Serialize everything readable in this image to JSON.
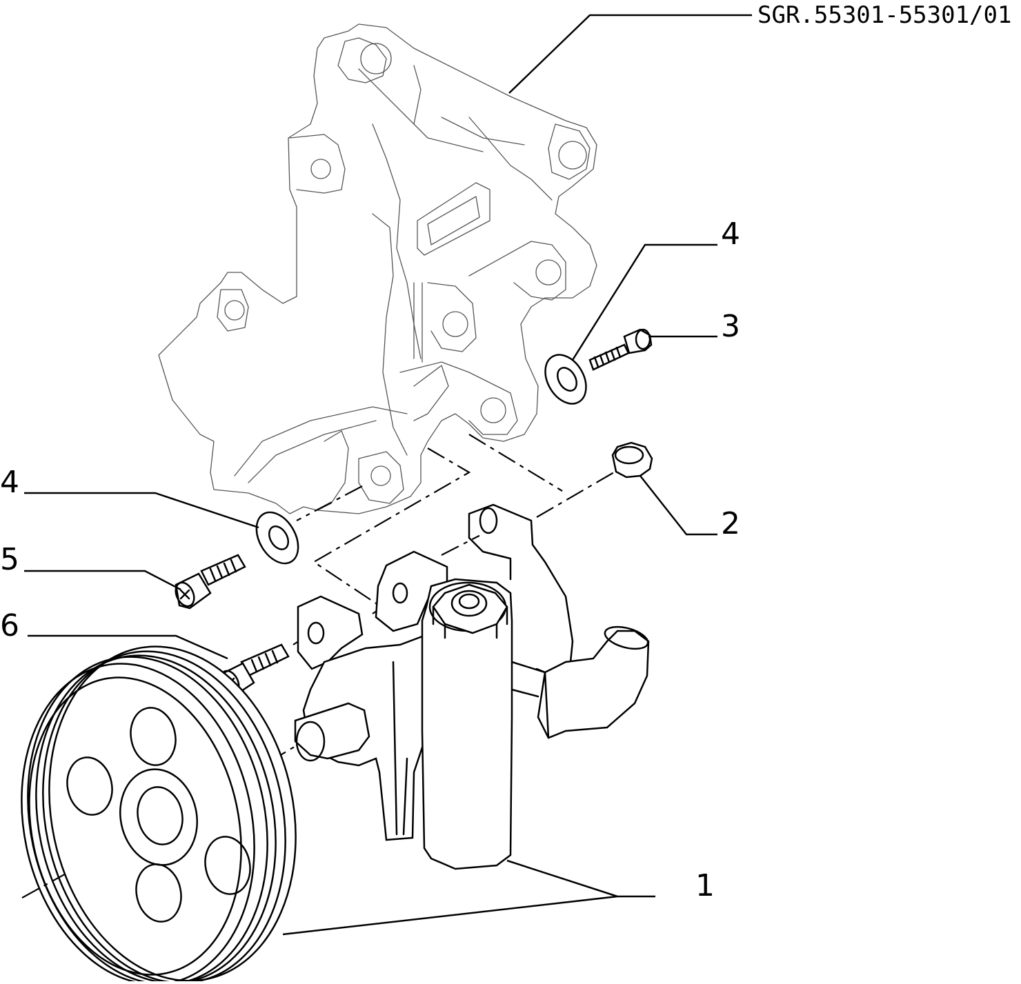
{
  "drawing_code": "SGR.55301-55301/01",
  "callouts": {
    "c1": "1",
    "c2": "2",
    "c3": "3",
    "c4_top": "4",
    "c4_left": "4",
    "c5": "5",
    "c6": "6"
  }
}
